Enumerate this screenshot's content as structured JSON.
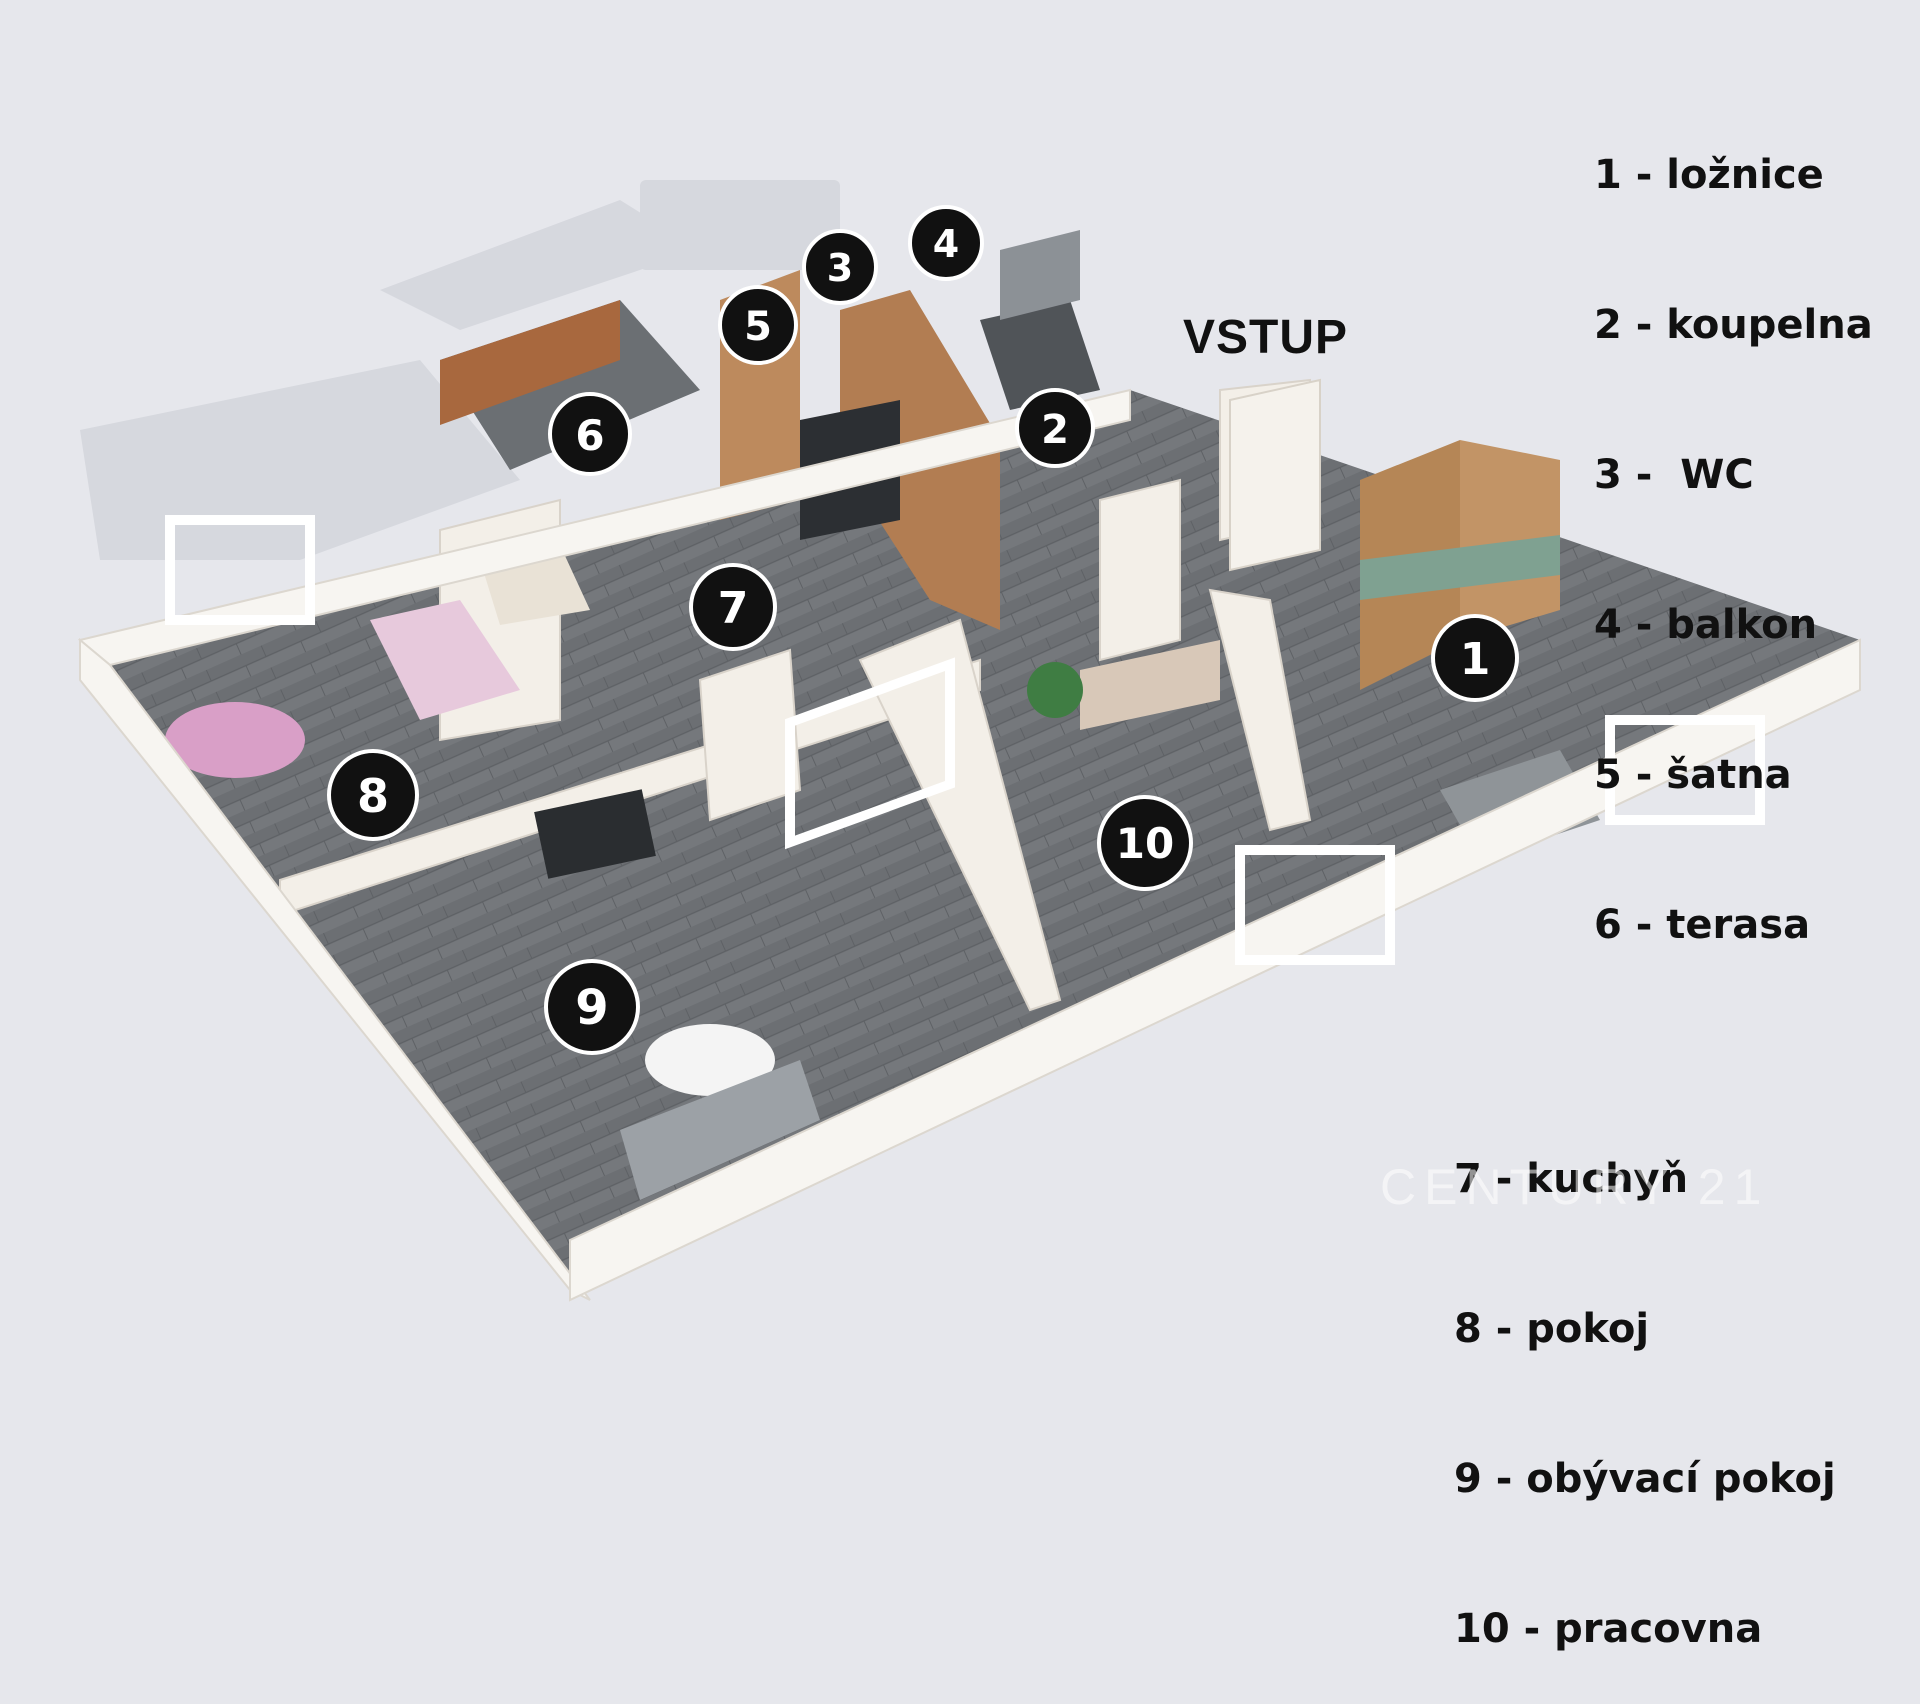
{
  "entrance_label": "VSTUP",
  "legend_top": [
    "1 - ložnice",
    "2 - koupelna",
    "3 -  WC",
    "4 - balkon",
    "5 - šatna",
    "6 - terasa"
  ],
  "legend_bottom": [
    "7 - kuchyň",
    "8 - pokoj",
    "9 - obývací pokoj",
    "10 - pracovna"
  ],
  "room_markers": [
    "1",
    "2",
    "3",
    "4",
    "5",
    "6",
    "7",
    "8",
    "9",
    "10"
  ],
  "watermark": "CENTURY 21",
  "colors": {
    "background": "#e6e7ec",
    "floor": "#74777b",
    "wall": "#f6f3ee",
    "wood": "#b07a4f",
    "marker": "#111111"
  }
}
